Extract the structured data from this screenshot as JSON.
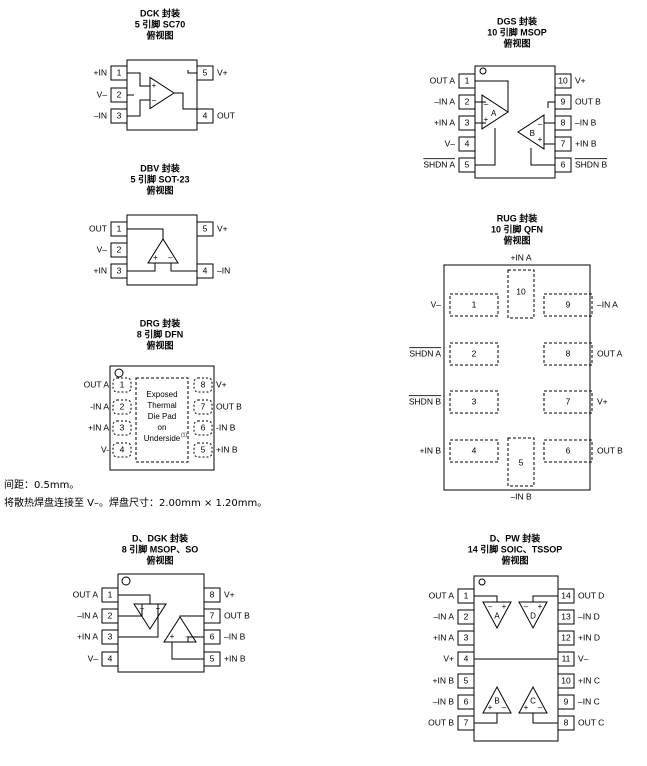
{
  "notes": {
    "pitch": "间距：0.5mm。",
    "pad": "将散热焊盘连接至 V–。焊盘尺寸：2.00mm × 1.20mm。"
  },
  "packages": {
    "dck": {
      "title": [
        "DCK 封装",
        "5 引脚 SC70",
        "俯视图"
      ],
      "pins": [
        {
          "num": "1",
          "name": "+IN"
        },
        {
          "num": "2",
          "name": "V–"
        },
        {
          "num": "3",
          "name": "–IN"
        },
        {
          "num": "4",
          "name": "OUT"
        },
        {
          "num": "5",
          "name": "V+"
        }
      ],
      "opamp": {
        "plus": "+",
        "minus": "–"
      }
    },
    "dbv": {
      "title": [
        "DBV 封装",
        "5 引脚 SOT-23",
        "俯视图"
      ],
      "pins": [
        {
          "num": "1",
          "name": "OUT"
        },
        {
          "num": "2",
          "name": "V–"
        },
        {
          "num": "3",
          "name": "+IN"
        },
        {
          "num": "4",
          "name": "–IN"
        },
        {
          "num": "5",
          "name": "V+"
        }
      ],
      "opamp": {
        "plus": "+",
        "minus": "–"
      }
    },
    "drg": {
      "title": [
        "DRG 封装",
        "8 引脚 DFN",
        "俯视图"
      ],
      "pins": [
        {
          "num": "1",
          "name": "OUT A"
        },
        {
          "num": "2",
          "name": "-IN A"
        },
        {
          "num": "3",
          "name": "+IN A"
        },
        {
          "num": "4",
          "name": "V-"
        },
        {
          "num": "5",
          "name": "+IN B"
        },
        {
          "num": "6",
          "name": "-IN B"
        },
        {
          "num": "7",
          "name": "OUT B"
        },
        {
          "num": "8",
          "name": "V+"
        }
      ],
      "pad_lines": [
        "Exposed",
        "Thermal",
        "Die Pad",
        "on",
        "Underside"
      ],
      "pad_footnote": "(1)"
    },
    "dgs": {
      "title": [
        "DGS 封装",
        "10 引脚 MSOP",
        "俯视图"
      ],
      "pins": [
        {
          "num": "1",
          "name": "OUT A"
        },
        {
          "num": "2",
          "name": "–IN A"
        },
        {
          "num": "3",
          "name": "+IN A"
        },
        {
          "num": "4",
          "name": "V–"
        },
        {
          "num": "5",
          "name": "SHDN A"
        },
        {
          "num": "6",
          "name": "SHDN B"
        },
        {
          "num": "7",
          "name": "+IN B"
        },
        {
          "num": "8",
          "name": "–IN B"
        },
        {
          "num": "9",
          "name": "OUT B"
        },
        {
          "num": "10",
          "name": "V+"
        }
      ],
      "amps": [
        "A",
        "B"
      ]
    },
    "rug": {
      "title": [
        "RUG 封装",
        "10 引脚 QFN",
        "俯视图"
      ],
      "pins": [
        {
          "num": "1",
          "name": "V–"
        },
        {
          "num": "2",
          "name": "SHDN A"
        },
        {
          "num": "3",
          "name": "SHDN B"
        },
        {
          "num": "4",
          "name": "+IN B"
        },
        {
          "num": "5",
          "name": "–IN B"
        },
        {
          "num": "6",
          "name": "OUT B"
        },
        {
          "num": "7",
          "name": "V+"
        },
        {
          "num": "8",
          "name": "OUT A"
        },
        {
          "num": "9",
          "name": "–IN A"
        },
        {
          "num": "10",
          "name": "+IN A"
        }
      ]
    },
    "dgk": {
      "title": [
        "D、DGK 封装",
        "8 引脚 MSOP、SO",
        "俯视图"
      ],
      "pins": [
        {
          "num": "1",
          "name": "OUT A"
        },
        {
          "num": "2",
          "name": "–IN A"
        },
        {
          "num": "3",
          "name": "+IN A"
        },
        {
          "num": "4",
          "name": "V–"
        },
        {
          "num": "5",
          "name": "+IN B"
        },
        {
          "num": "6",
          "name": "–IN B"
        },
        {
          "num": "7",
          "name": "OUT B"
        },
        {
          "num": "8",
          "name": "V+"
        }
      ]
    },
    "pw": {
      "title": [
        "D、PW 封装",
        "14 引脚 SOIC、TSSOP",
        "俯视图"
      ],
      "pins": [
        {
          "num": "1",
          "name": "OUT A"
        },
        {
          "num": "2",
          "name": "–IN A"
        },
        {
          "num": "3",
          "name": "+IN A"
        },
        {
          "num": "4",
          "name": "V+"
        },
        {
          "num": "5",
          "name": "+IN B"
        },
        {
          "num": "6",
          "name": "–IN B"
        },
        {
          "num": "7",
          "name": "OUT B"
        },
        {
          "num": "8",
          "name": "OUT C"
        },
        {
          "num": "9",
          "name": "–IN C"
        },
        {
          "num": "10",
          "name": "+IN C"
        },
        {
          "num": "11",
          "name": "V–"
        },
        {
          "num": "12",
          "name": "+IN D"
        },
        {
          "num": "13",
          "name": "–IN D"
        },
        {
          "num": "14",
          "name": "OUT D"
        }
      ],
      "amps": [
        "A",
        "B",
        "C",
        "D"
      ]
    }
  }
}
